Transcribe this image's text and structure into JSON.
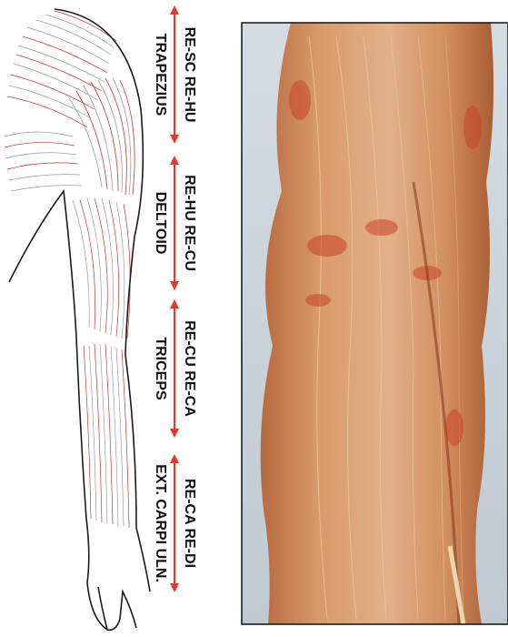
{
  "colors": {
    "muscle_line": "#c0392b",
    "fascia_line": "#9a9a9a",
    "arrow": "#e03a2a",
    "outline": "#1a1a1a",
    "photo_bg": "#cfd6de"
  },
  "labels": [
    {
      "top": "RE-SC RE-HU",
      "bottom": "TRAPEZIUS"
    },
    {
      "top": "RE-HU RE-CU",
      "bottom": "DELTOID"
    },
    {
      "top": "RE-CU RE-CA",
      "bottom": "TRICEPS"
    },
    {
      "top": "RE-CA RE-DI",
      "bottom": "EXT. CARPI ULN."
    }
  ]
}
